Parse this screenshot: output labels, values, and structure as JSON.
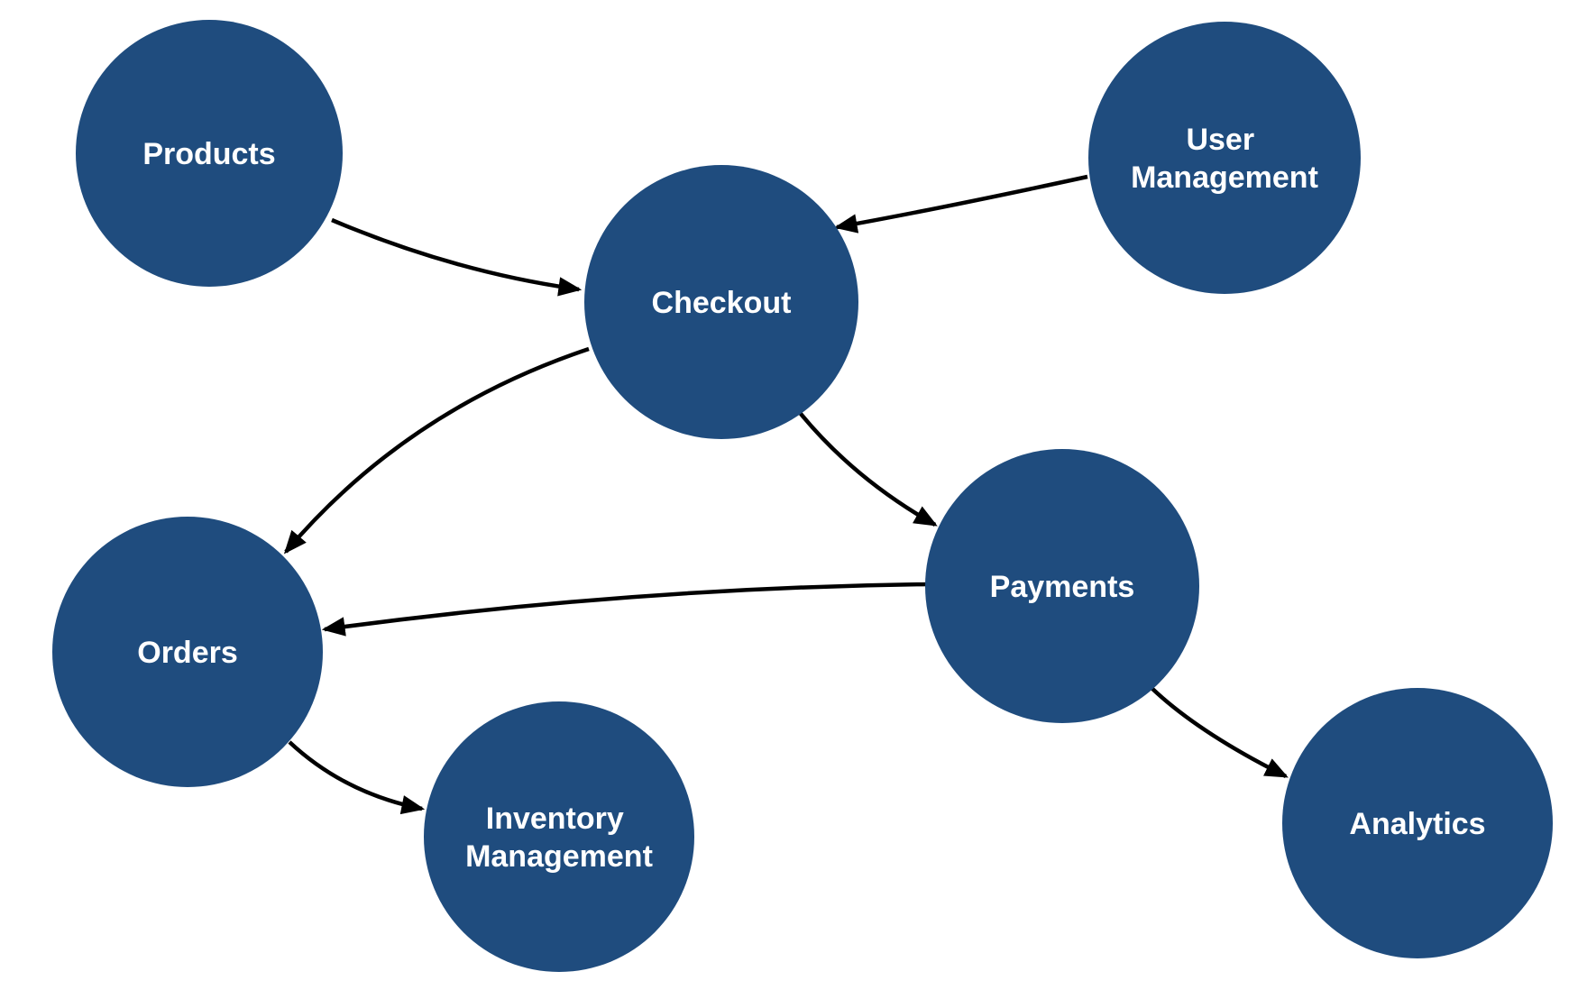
{
  "diagram": {
    "title": "service-dependency-graph",
    "background_color": "#ffffff",
    "node_fill_color": "#1f4c7e",
    "node_text_color": "#ffffff",
    "edge_color": "#000000",
    "nodes": {
      "products": {
        "label": "Products"
      },
      "user_management": {
        "label": "User Management",
        "line1": "User",
        "line2": "Management"
      },
      "checkout": {
        "label": "Checkout"
      },
      "payments": {
        "label": "Payments"
      },
      "orders": {
        "label": "Orders"
      },
      "inventory_management": {
        "label": "Inventory Management",
        "line1": "Inventory",
        "line2": "Management"
      },
      "analytics": {
        "label": "Analytics"
      }
    },
    "edges": [
      {
        "from": "Products",
        "to": "Checkout"
      },
      {
        "from": "User Management",
        "to": "Checkout"
      },
      {
        "from": "Checkout",
        "to": "Payments"
      },
      {
        "from": "Checkout",
        "to": "Orders"
      },
      {
        "from": "Payments",
        "to": "Orders"
      },
      {
        "from": "Orders",
        "to": "Inventory Management"
      },
      {
        "from": "Payments",
        "to": "Analytics"
      }
    ]
  }
}
